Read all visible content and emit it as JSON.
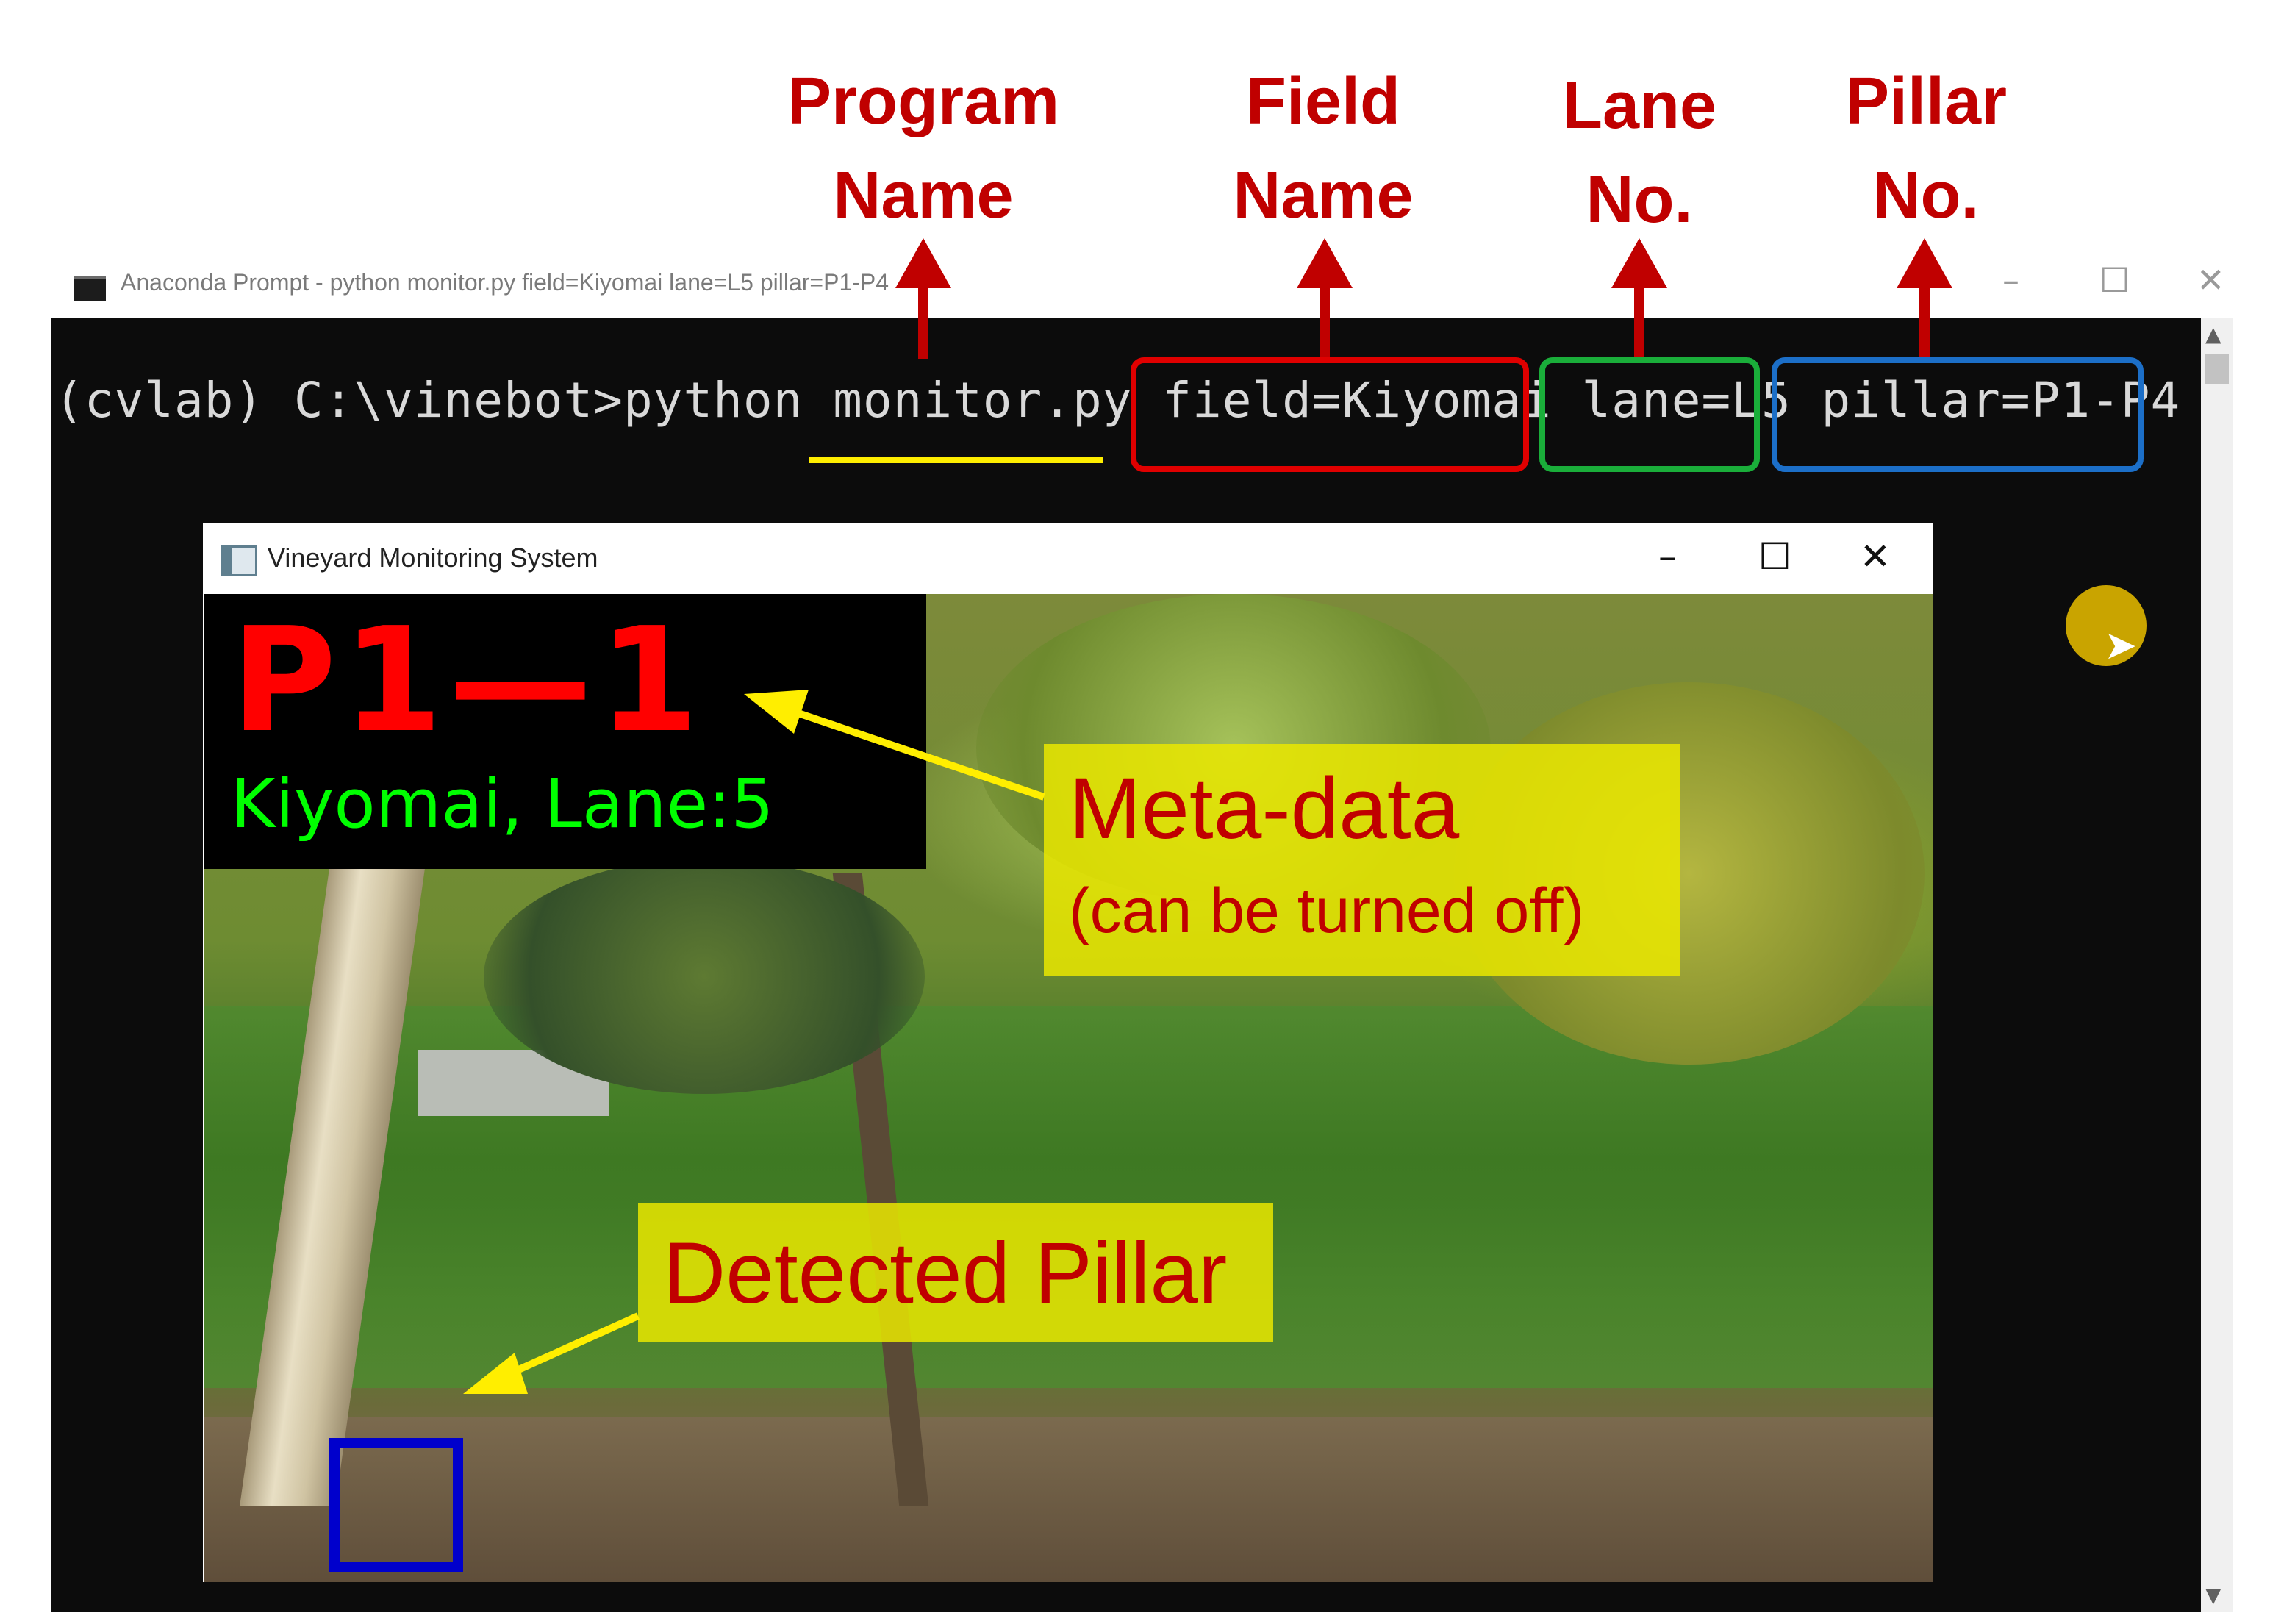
{
  "annotations": {
    "program": [
      "Program",
      "Name"
    ],
    "field": [
      "Field",
      "Name"
    ],
    "lane": [
      "Lane",
      "No."
    ],
    "pillar": [
      "Pillar",
      "No."
    ]
  },
  "terminal": {
    "title": "Anaconda Prompt - python  monitor.py field=Kiyomai lane=L5 pillar=P1-P4",
    "prompt": "(cvlab) C:\\vinebot>python ",
    "program": "monitor.py",
    "field_arg": "field=Kiyomai",
    "lane_arg": "lane=L5",
    "pillar_arg": "pillar=P1-P4",
    "controls": {
      "minimize": "–",
      "maximize": "☐",
      "close": "✕"
    }
  },
  "window": {
    "title": "Vineyard Monitoring System",
    "controls": {
      "minimize": "–",
      "maximize": "☐",
      "close": "✕"
    }
  },
  "overlay": {
    "pillar_id": "P1—1",
    "location": "Kiyomai, Lane:5"
  },
  "callouts": {
    "meta_title": "Meta-data",
    "meta_sub": "(can be turned off)",
    "detected": "Detected Pillar"
  },
  "colors": {
    "annotation_red": "#c00000",
    "field_box": "#e00000",
    "lane_box": "#1aae3a",
    "pillar_box": "#1c6fc8",
    "program_underline": "#ffee00",
    "detection_box": "#0000cc",
    "callout_yellow": "#eae800"
  }
}
